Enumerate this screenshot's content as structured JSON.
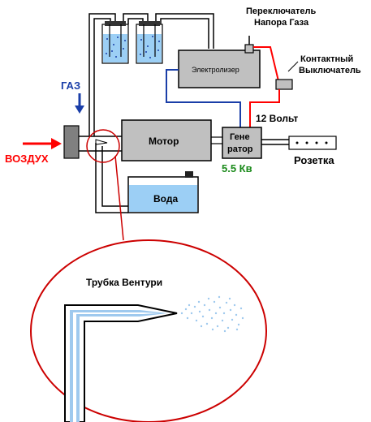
{
  "labels": {
    "gas_switch_line1": "Переключатель",
    "gas_switch_line2": "Напора Газа",
    "contact_switch_line1": "Контактный",
    "contact_switch_line2": "Выключатель",
    "gas": "ГАЗ",
    "air": "ВОЗДУХ",
    "electrolyzer": "Электролизер",
    "motor": "Мотор",
    "generator_line1": "Гене",
    "generator_line2": "ратор",
    "volts": "12 Вольт",
    "kv": "5.5 Кв",
    "outlet": "Розетка",
    "water": "Вода",
    "venturi": "Трубка Вентури"
  },
  "colors": {
    "air_arrow": "#ff0000",
    "gas_arrow": "#1a3ea8",
    "red_wire": "#ff0000",
    "blue_wire": "#1a3ea8",
    "kv_text": "#1a8a1a",
    "component_gray": "#c0c0c0",
    "water_blue": "#9ccff5",
    "pipe_fill": "#9fc9ee"
  }
}
